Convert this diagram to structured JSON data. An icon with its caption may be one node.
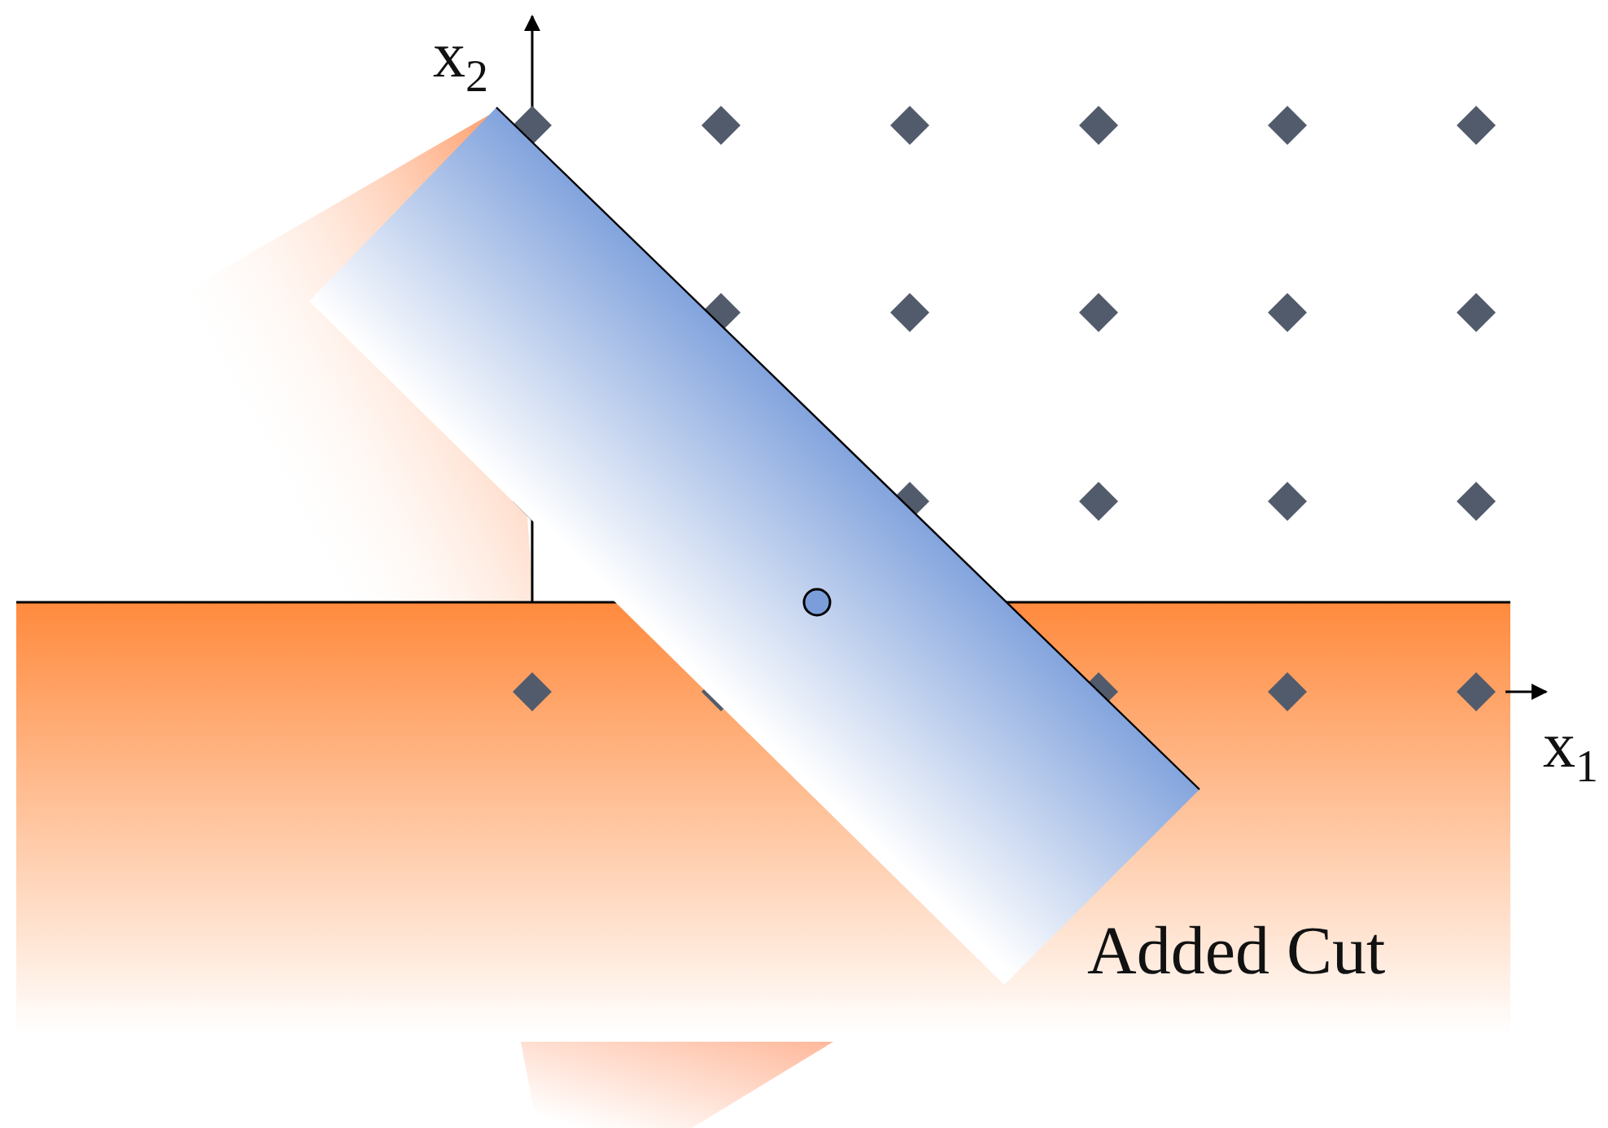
{
  "diagram": {
    "labels": [
      "x$_{2}$",
      "x$_{1}$",
      "Added Cut"
    ]
  }
}
